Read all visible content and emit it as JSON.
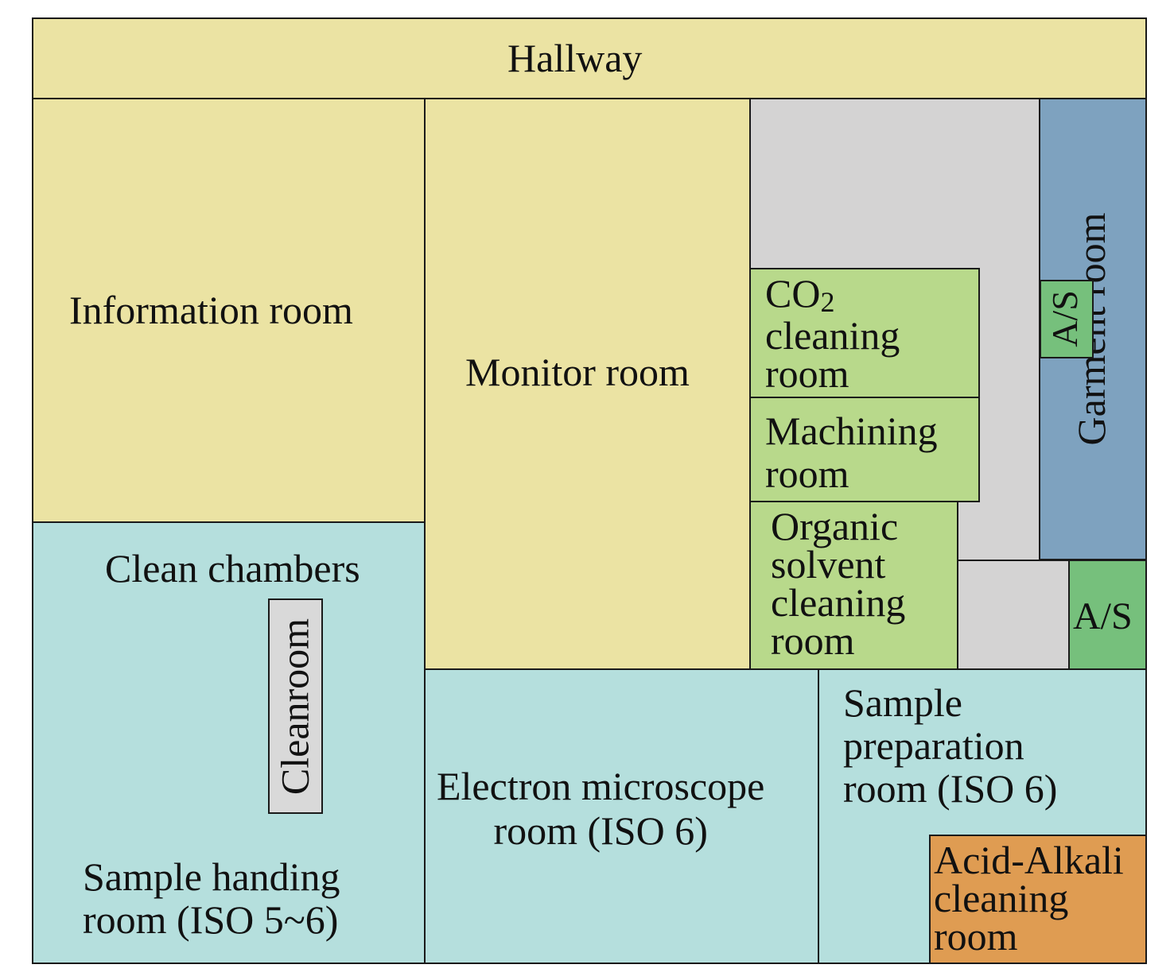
{
  "colors": {
    "yellow": "#ebe3a3",
    "cyan": "#b5dfdd",
    "gray": "#d4d3d3",
    "green_light": "#b8d98b",
    "green_dark": "#76c07c",
    "blue": "#7ea2bf",
    "orange": "#df9c52",
    "cleanroom_box": "#d9d9d9",
    "line": "#1a1a1a"
  },
  "rooms": {
    "hallway": "Hallway",
    "information": "Information room",
    "monitor": "Monitor room",
    "co2_line1": "CO",
    "co2_sub": "2",
    "co2_line2": "cleaning",
    "co2_line3": "room",
    "machining_line1": "Machining",
    "machining_line2": "room",
    "organic_line1": "Organic",
    "organic_line2": "solvent",
    "organic_line3": "cleaning",
    "organic_line4": "room",
    "garment": "Garment room",
    "as_top": "A/S",
    "as_bottom": "A/S",
    "clean_chambers": "Clean chambers",
    "cleanroom": "Cleanroom",
    "sample_handling_line1": "Sample handing",
    "sample_handling_line2": "room (ISO 5~6)",
    "electron_line1": "Electron microscope",
    "electron_line2": "room (ISO 6)",
    "sample_prep_line1": "Sample",
    "sample_prep_line2": "preparation",
    "sample_prep_line3": "room (ISO 6)",
    "acid_line1": "Acid-Alkali",
    "acid_line2": "cleaning",
    "acid_line3": "room"
  }
}
